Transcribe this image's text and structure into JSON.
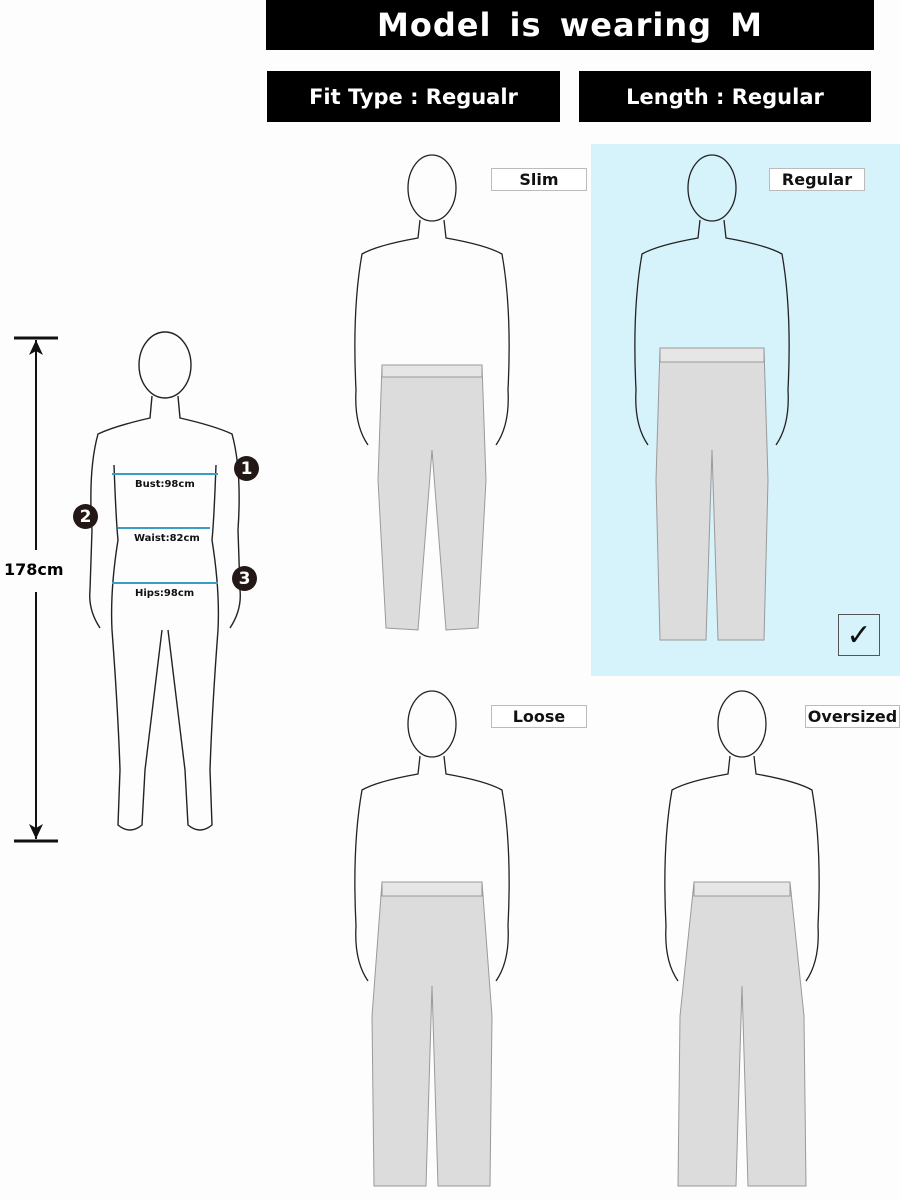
{
  "header": {
    "title": "Model is wearing M",
    "fit_type": "Fit Type : Regualr",
    "length": "Length : Regular"
  },
  "model": {
    "height": "178cm",
    "measurements": [
      {
        "number": "1",
        "label": "Bust:98cm"
      },
      {
        "number": "2",
        "label": "Waist:82cm"
      },
      {
        "number": "3",
        "label": "Hips:98cm"
      }
    ]
  },
  "fits": [
    {
      "label": "Slim",
      "selected": false
    },
    {
      "label": "Regular",
      "selected": true
    },
    {
      "label": "Loose",
      "selected": false
    },
    {
      "label": "Oversized",
      "selected": false
    }
  ],
  "colors": {
    "banner": "#000000",
    "selected_panel": "#d6f3fb",
    "measure_line": "#3a9ec4",
    "pants": "#dcdcdc"
  },
  "check_icon": "✓"
}
